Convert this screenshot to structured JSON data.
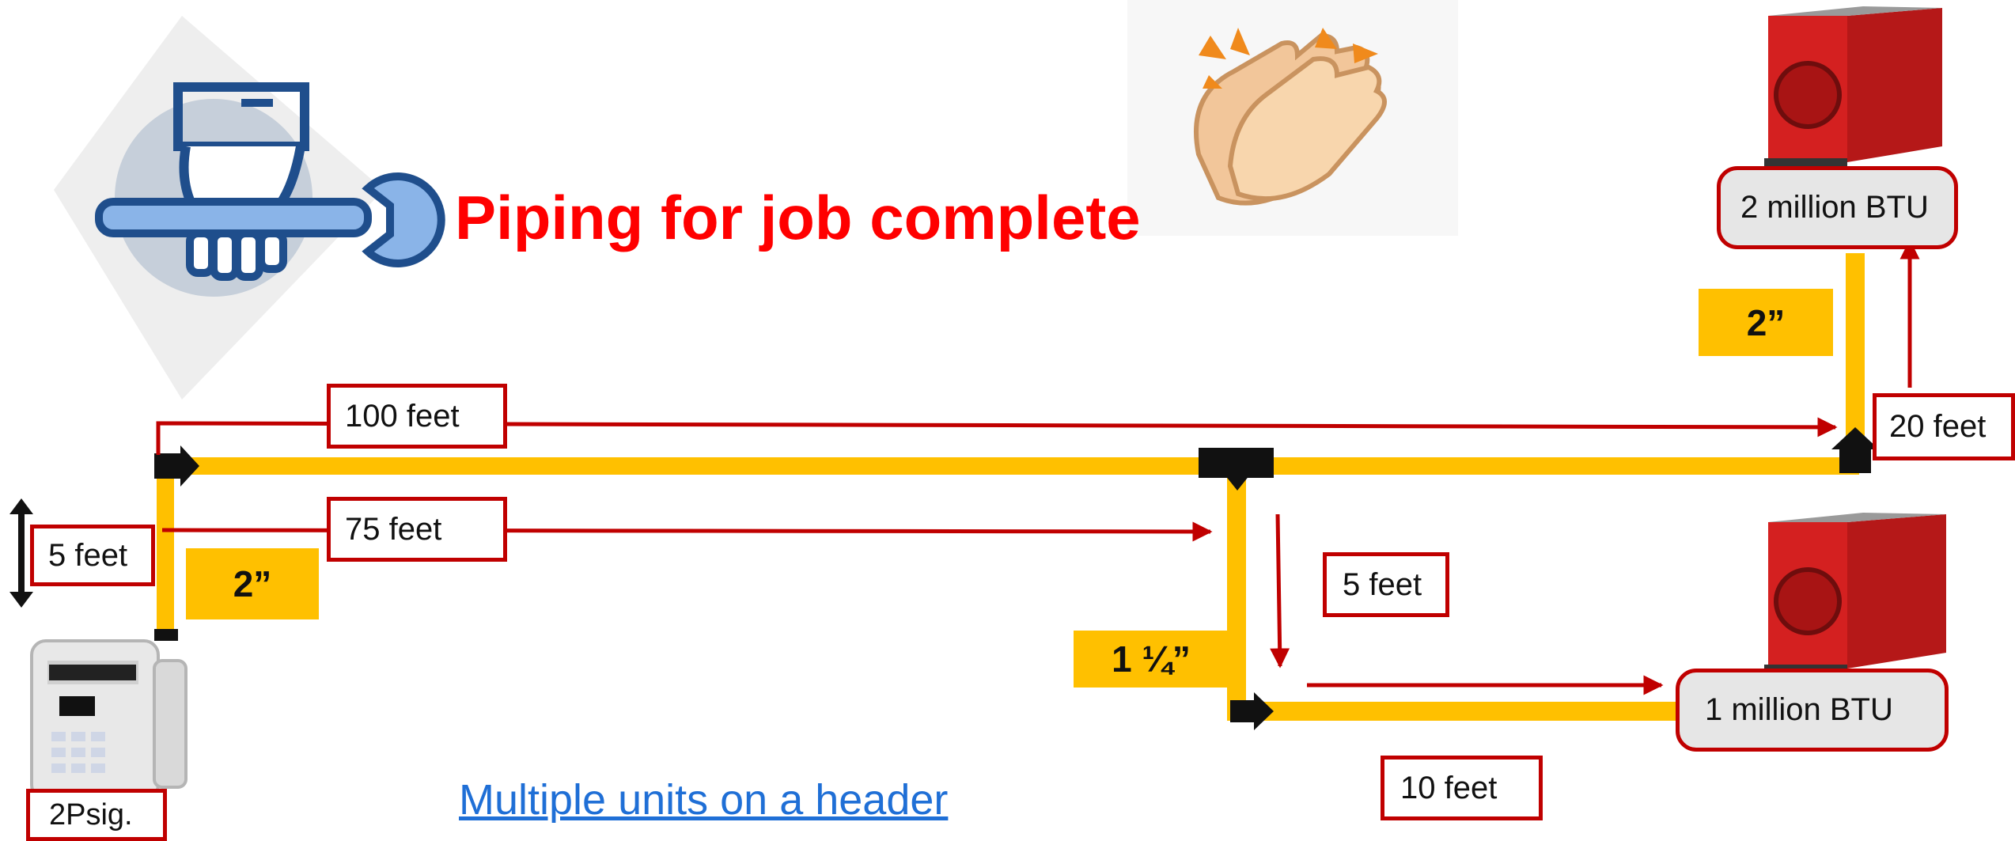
{
  "title": "Piping for job complete",
  "link_text": "Multiple units on a header",
  "distances": {
    "main_run": "100 feet",
    "branch_run": "75 feet",
    "riser": "5 feet",
    "branch_drop": "5 feet",
    "branch_end": "10 feet",
    "unit_riser": "20 feet"
  },
  "pipe_sizes": {
    "main": "2”",
    "upper_unit": "2”",
    "branch": "1 ¼”"
  },
  "units": {
    "upper": "2 million BTU",
    "lower": "1 million BTU"
  },
  "meter_pressure": "2Psig.",
  "colors": {
    "pipe": "#ffc000",
    "label_border": "#c00000",
    "arrow": "#c00000",
    "title": "#ff0000",
    "link": "#1f6fd6",
    "heater": "#d42020",
    "icon_blue": "#1f4e8c"
  },
  "icons": [
    "hand-wrench-icon",
    "clapping-hands-icon",
    "gas-meter-icon",
    "heater-unit-icon"
  ]
}
